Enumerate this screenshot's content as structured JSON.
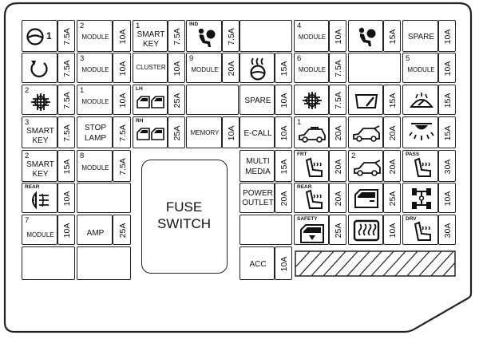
{
  "fuses": {
    "r1c1": {
      "amp": "7.5A",
      "num": "1"
    },
    "r1c2": {
      "num": "2",
      "label": "MODULE",
      "amp": "10A"
    },
    "r1c3": {
      "num": "1",
      "label_1": "SMART",
      "label_2": "KEY",
      "amp": "7.5A"
    },
    "r1c4": {
      "tag": "IND",
      "amp": "7.5A"
    },
    "r1c7": {
      "num": "4",
      "label": "MODULE",
      "amp": "10A"
    },
    "r1c8": {
      "amp": "15A"
    },
    "r1c9": {
      "label": "SPARE",
      "amp": "10A"
    },
    "r2c1": {
      "amp": "7.5A"
    },
    "r2c2": {
      "num": "3",
      "label": "MODULE",
      "amp": "10A"
    },
    "r2c3": {
      "label": "CLUSTER",
      "amp": "10A"
    },
    "r2c4": {
      "num": "9",
      "label": "MODULE",
      "amp": "20A"
    },
    "r2c6": {
      "amp": "15A"
    },
    "r2c7": {
      "num": "6",
      "label": "MODULE",
      "amp": "7.5A"
    },
    "r2c9": {
      "num": "5",
      "label": "MODULE",
      "amp": "10A"
    },
    "r3c1": {
      "num": "2",
      "amp": "7.5A"
    },
    "r3c2": {
      "num": "1",
      "label": "MODULE",
      "amp": "10A"
    },
    "r3c3": {
      "tag": "LH",
      "amp": "25A"
    },
    "r3c6": {
      "label": "SPARE",
      "amp": "10A"
    },
    "r3c7": {
      "amp": "7.5A"
    },
    "r3c8": {
      "amp": "15A"
    },
    "r3c9": {
      "amp": "15A"
    },
    "r4c1": {
      "num": "3",
      "label_1": "SMART",
      "label_2": "KEY",
      "amp": "7.5A"
    },
    "r4c2": {
      "label_1": "STOP",
      "label_2": "LAMP",
      "amp": "7.5A"
    },
    "r4c3": {
      "tag": "RH",
      "amp": "25A"
    },
    "r4c4": {
      "label": "MEMORY",
      "amp": "10A"
    },
    "r4c6": {
      "label": "E-CALL",
      "amp": "10A"
    },
    "r4c7": {
      "num": "1",
      "amp": "20A"
    },
    "r4c8": {
      "amp": "20A"
    },
    "r4c9": {
      "amp": "15A"
    },
    "r5c1": {
      "num": "2",
      "label_1": "SMART",
      "label_2": "KEY",
      "amp": "15A"
    },
    "r5c2": {
      "num": "8",
      "label": "MODULE",
      "amp": "7.5A"
    },
    "r5c6": {
      "label_1": "MULTI",
      "label_2": "MEDIA",
      "amp": "15A"
    },
    "r5c7": {
      "tag": "FRT",
      "amp": "20A"
    },
    "r5c8": {
      "num": "2",
      "amp": "20A"
    },
    "r5c9": {
      "tag": "PASS",
      "amp": "30A"
    },
    "r6c1": {
      "tag": "REAR",
      "amp": "10A"
    },
    "r6c6": {
      "label_1": "POWER",
      "label_2": "OUTLET",
      "amp": "20A"
    },
    "r6c7": {
      "tag": "REAR",
      "amp": "20A"
    },
    "r6c8": {
      "amp": "25A"
    },
    "r6c9": {
      "amp": "10A"
    },
    "r7c1": {
      "num": "7",
      "label": "MODULE",
      "amp": "10A"
    },
    "r7c2": {
      "label": "AMP",
      "amp": "25A"
    },
    "r7c7": {
      "tag": "SAFETY",
      "amp": "25A"
    },
    "r7c8": {
      "amp": "10A"
    },
    "r7c9": {
      "tag": "DRV",
      "amp": "30A"
    },
    "r8c6": {
      "label": "ACC",
      "amp": "10A"
    }
  },
  "fuse_switch": {
    "line_1": "FUSE",
    "line_2": "SWITCH"
  },
  "icons": {
    "r1c1": "steering-wheel-icon",
    "r1c4": "airbag-indicator-icon",
    "r1c8": "airbag-icon",
    "r2c1": "circular-arrow-icon",
    "r2c6": "heated-steering-wheel-icon",
    "r3c1": "defroster-icon",
    "r3c3": "window-lh-icon",
    "r3c7": "defroster-icon",
    "r3c8": "rear-wiper-icon",
    "r3c9": "washer-icon",
    "r4c3": "window-rh-icon",
    "r4c7": "sunroof-car-icon",
    "r4c8": "tailgate-car-icon",
    "r4c9": "interior-lamp-icon",
    "r5c7": "seat-heater-icon",
    "r5c8": "tailgate-car-icon",
    "r5c9": "seat-heater-icon",
    "r6c1": "rear-fog-lamp-icon",
    "r6c7": "seat-heater-icon",
    "r6c8": "door-lock-icon",
    "r6c9": "4wd-icon",
    "r7c7": "safety-window-icon",
    "r7c8": "rear-defroster-icon",
    "r7c9": "seat-heater-icon"
  }
}
